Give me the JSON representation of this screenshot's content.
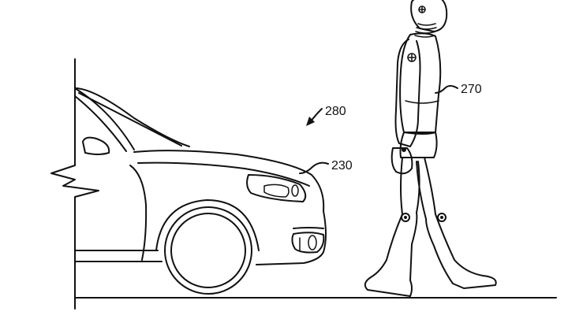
{
  "figure": {
    "labels": {
      "scene": "280",
      "vehicle": "230",
      "pedestrian": "270"
    }
  }
}
